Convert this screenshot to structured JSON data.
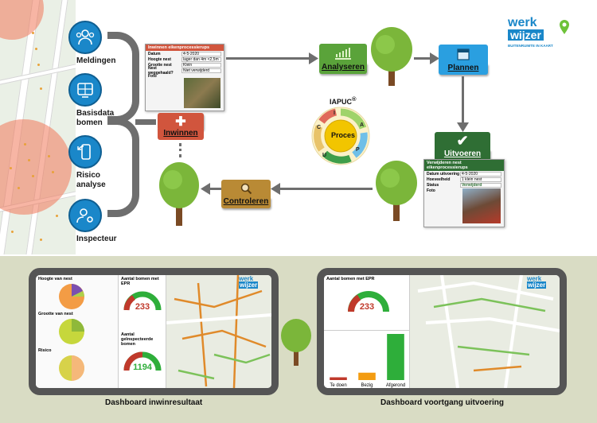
{
  "roles": [
    {
      "label": "Meldingen",
      "icon": "people-icon"
    },
    {
      "label": "Basisdata\nbomen",
      "icon": "globe-icon"
    },
    {
      "label": "Risico\nanalyse",
      "icon": "phone-refresh-icon"
    },
    {
      "label": "Inspecteur",
      "icon": "person-gear-icon"
    }
  ],
  "steps": {
    "inwinnen": "Inwinnen",
    "analyseren": "Analyseren",
    "plannen": "Plannen",
    "uitvoeren": "Uitvoeren",
    "controleren": "Controleren"
  },
  "cycle": {
    "title": "IAPUC",
    "center": "Proces",
    "letters": [
      "I",
      "A",
      "P",
      "U",
      "C"
    ]
  },
  "card_inwin": {
    "header": "Inwinnen eikenprocessierups",
    "rows": [
      {
        "k": "Datum",
        "v": "4-5-2020"
      },
      {
        "k": "Hoogte nest",
        "v": "lager dan 4m <2,5m"
      },
      {
        "k": "Grootte nest",
        "v": "Klein"
      },
      {
        "k": "Nest weggehaald?",
        "v": "Niet verwijderd"
      },
      {
        "k": "Foto",
        "v": ""
      }
    ]
  },
  "card_uitvoer": {
    "header": "Verwijderen nest eikenprocessierups",
    "rows": [
      {
        "k": "Datum uitvoering",
        "v": "4-5-2020"
      },
      {
        "k": "Hoeveelheid",
        "v": "1 klein nest"
      },
      {
        "k": "Status",
        "v": "Verwijderd"
      },
      {
        "k": "Foto",
        "v": ""
      }
    ]
  },
  "logo": {
    "line1": "werk",
    "line2": "wijzer",
    "tagline": "BUITENRUIMTE IN KAART"
  },
  "dashboard_left": {
    "title": "Dashboard inwinresultaat",
    "panels": [
      "Hoogte van nest",
      "Grootte van nest",
      "Risico"
    ],
    "gauge1_title": "Aantal bomen met EPR",
    "gauge1_value": "233",
    "gauge2_title": "Aantal geïnspecteerde bomen",
    "gauge2_value": "1194"
  },
  "dashboard_right": {
    "title": "Dashboard voortgang uitvoering",
    "gauge_title": "Aantal bomen met EPR",
    "gauge_value": "233"
  },
  "chart_data": {
    "type": "bar",
    "categories": [
      "Te doen",
      "Bezig",
      "Afgerond"
    ],
    "values": [
      6,
      16,
      100
    ],
    "colors": [
      "#c0392b",
      "#f39c12",
      "#2eae3a"
    ]
  },
  "colors": {
    "blue": "#1a87c9",
    "green_step": "#5aa33a",
    "red_step": "#d1553d",
    "tan_step": "#b98a35",
    "dark_green": "#2f6e34"
  }
}
